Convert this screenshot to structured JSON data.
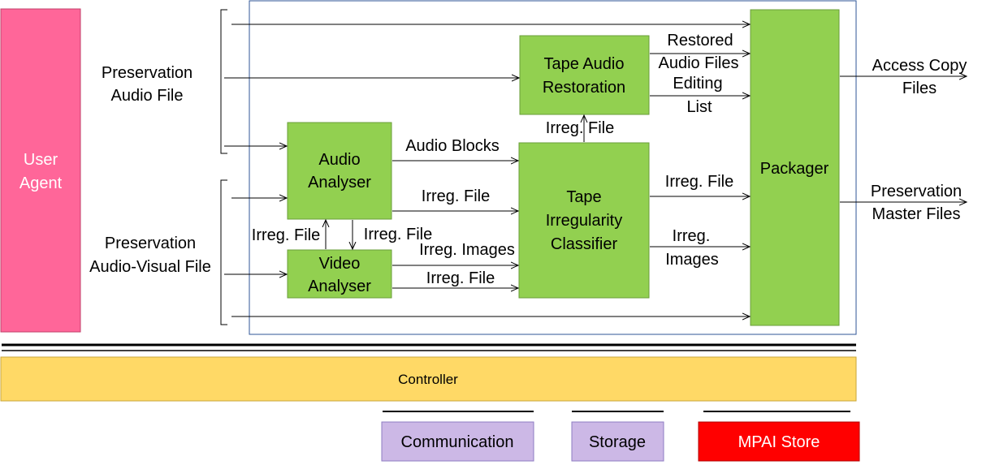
{
  "user_agent": {
    "line1": "User",
    "line2": "Agent",
    "color": "#ff6699"
  },
  "inputs": {
    "audio_file": {
      "line1": "Preservation",
      "line2": "Audio File"
    },
    "av_file": {
      "line1": "Preservation",
      "line2": "Audio-Visual File"
    }
  },
  "modules": {
    "tape_audio_restoration": {
      "line1": "Tape Audio",
      "line2": "Restoration"
    },
    "audio_analyser": {
      "line1": "Audio",
      "line2": "Analyser"
    },
    "video_analyser": {
      "line1": "Video",
      "line2": "Analyser"
    },
    "tape_irregularity_classifier": {
      "line1": "Tape",
      "line2": "Irregularity",
      "line3": "Classifier"
    },
    "packager": {
      "label": "Packager"
    },
    "color": "#92d050"
  },
  "flows": {
    "restored_audio_files": {
      "line1": "Restored",
      "line2": "Audio Files"
    },
    "editing_list": {
      "line1": "Editing",
      "line2": "List"
    },
    "irreg_file_tir_tar": "Irreg. File",
    "audio_blocks": "Audio Blocks",
    "irreg_file_aa_tic": "Irreg. File",
    "irreg_file_va_aa": "Irreg. File",
    "irreg_file_aa_va": "Irreg. File",
    "irreg_images_va_tic": "Irreg. Images",
    "irreg_file_va_tic": "Irreg. File",
    "irreg_file_tic_pkg": "Irreg. File",
    "irreg_images_tic_pkg": {
      "line1": "Irreg.",
      "line2": "Images"
    }
  },
  "outputs": {
    "access_copy": {
      "line1": "Access Copy",
      "line2": "Files"
    },
    "preservation_master": {
      "line1": "Preservation",
      "line2": "Master Files"
    }
  },
  "controller": {
    "label": "Controller",
    "color": "#ffd966"
  },
  "services": {
    "communication": {
      "label": "Communication",
      "color": "#ccb8e6"
    },
    "storage": {
      "label": "Storage",
      "color": "#ccb8e6"
    },
    "mpai_store": {
      "label": "MPAI Store",
      "color": "#ff0000"
    }
  }
}
